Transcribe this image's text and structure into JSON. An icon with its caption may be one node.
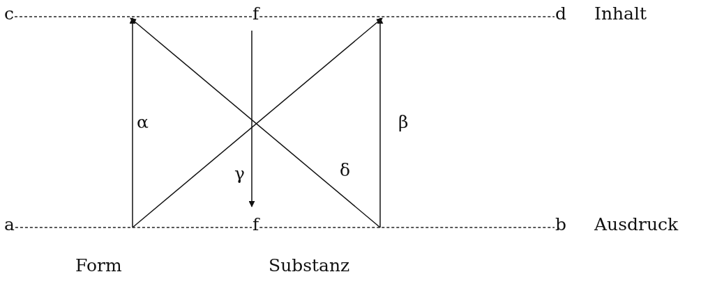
{
  "diagram": {
    "nodes": [
      {
        "text": [
          "c",
          "f",
          "d"
        ],
        "beside": [
          "Inhalt"
        ]
      },
      {
        "text": [
          "a",
          "f",
          "b"
        ],
        "beside": [
          "Ausdruck"
        ]
      }
    ],
    "edges": [
      {
        "from": 1,
        "to": 0,
        "arrow": "to",
        "label": "α"
      },
      {
        "from": 1,
        "to": 0,
        "arrow": "to"
      },
      {
        "from": 0,
        "to": 1,
        "arrow": "to",
        "label": "γ"
      },
      {
        "from": 1,
        "to": 0,
        "arrow": "to",
        "label": "δ"
      },
      {
        "from": 1,
        "to": 0,
        "arrow": "to",
        "label": "β"
      }
    ],
    "labels": [
      "Form",
      "Substanz"
    ]
  }
}
